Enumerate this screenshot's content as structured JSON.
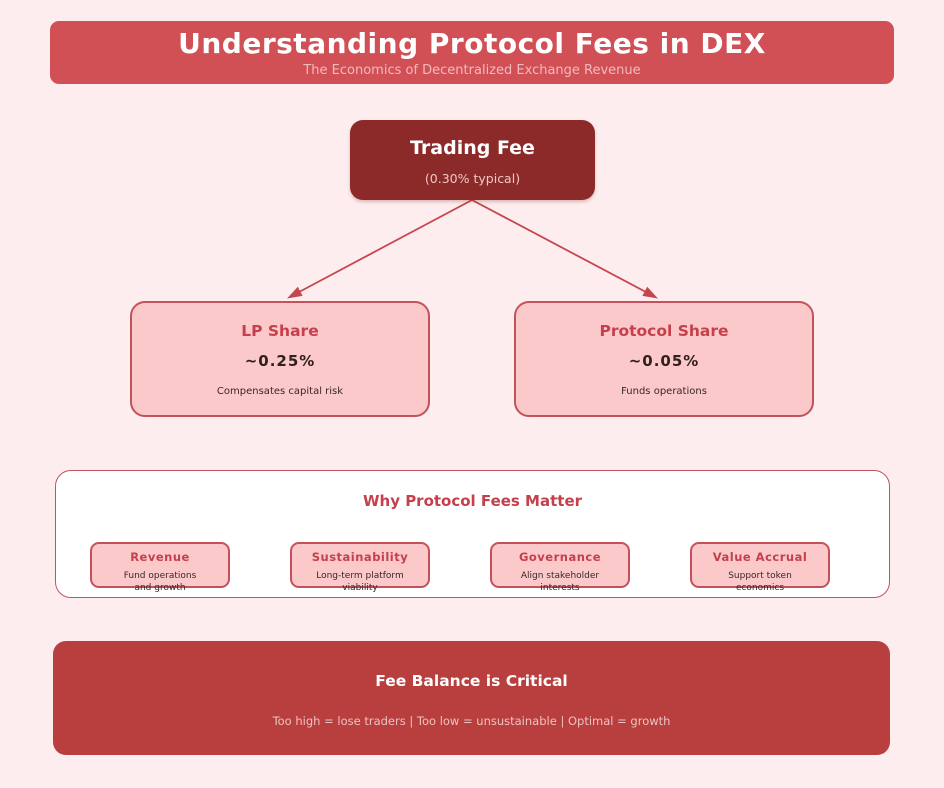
{
  "header": {
    "title": "Understanding Protocol Fees in DEX",
    "subtitle": "The Economics of Decentralized Exchange Revenue",
    "bg_color": "#d05056"
  },
  "flow": {
    "root": {
      "title": "Trading Fee",
      "subtitle": "(0.30% typical)",
      "bg_color": "#8c2a2a"
    },
    "branches": [
      {
        "title": "LP Share",
        "value": "~0.25%",
        "description": "Compensates capital risk"
      },
      {
        "title": "Protocol Share",
        "value": "~0.05%",
        "description": "Funds operations"
      }
    ],
    "node_fill_color": "#fbc9c9",
    "node_border_color": "#c4525a",
    "arrow_color": "#c4474d"
  },
  "why_section": {
    "title": "Why Protocol Fees Matter",
    "items": [
      {
        "title": "Revenue",
        "line1": "Fund operations",
        "line2": "and growth"
      },
      {
        "title": "Sustainability",
        "line1": "Long-term platform",
        "line2": "viability"
      },
      {
        "title": "Governance",
        "line1": "Align stakeholder",
        "line2": "interests"
      },
      {
        "title": "Value Accrual",
        "line1": "Support token",
        "line2": "economics"
      }
    ]
  },
  "footer": {
    "title": "Fee Balance is Critical",
    "subtitle": "Too high = lose traders | Too low = unsustainable | Optimal = growth",
    "bg_color": "#b93e3e"
  },
  "page": {
    "background_color": "#fdedee",
    "accent_text_color": "#c5404c"
  }
}
